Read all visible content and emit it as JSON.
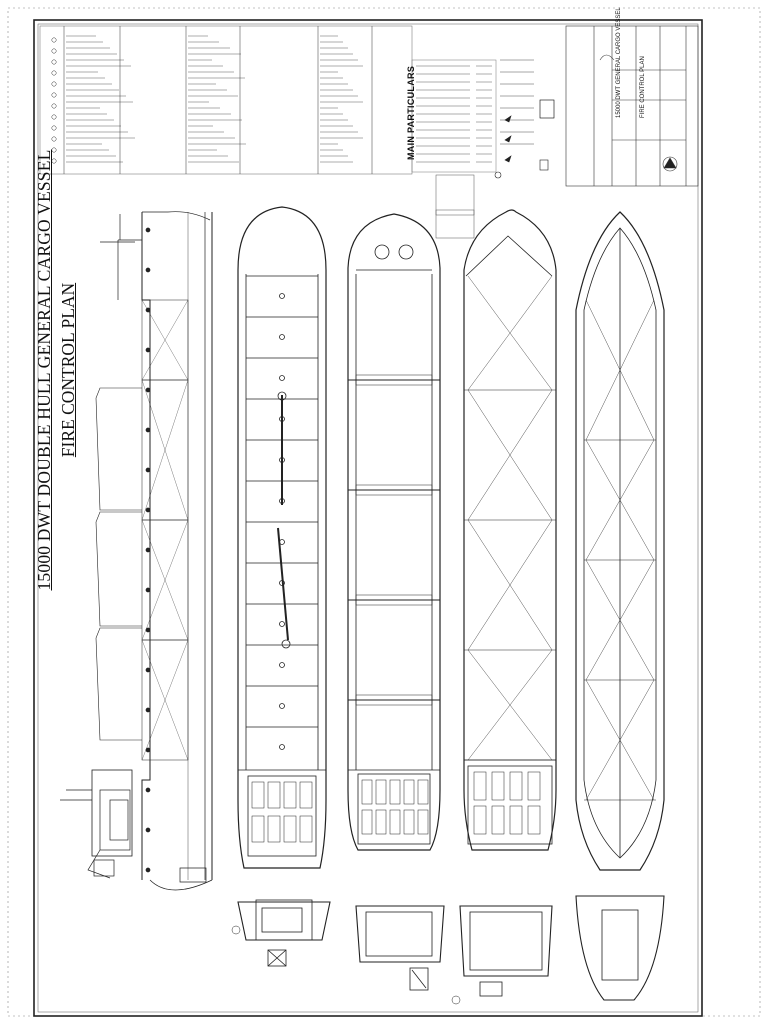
{
  "title": {
    "line1": "15000 DWT DOUBLE HULL GENERAL CARGO VESSEL",
    "line2": "FIRE CONTROL PLAN"
  },
  "main_particulars": {
    "heading": "MAIN PARTICULARS"
  },
  "title_block": {
    "vessel": "15000 DWT GENERAL CARGO VESSEL",
    "drawing": "FIRE CONTROL PLAN"
  }
}
